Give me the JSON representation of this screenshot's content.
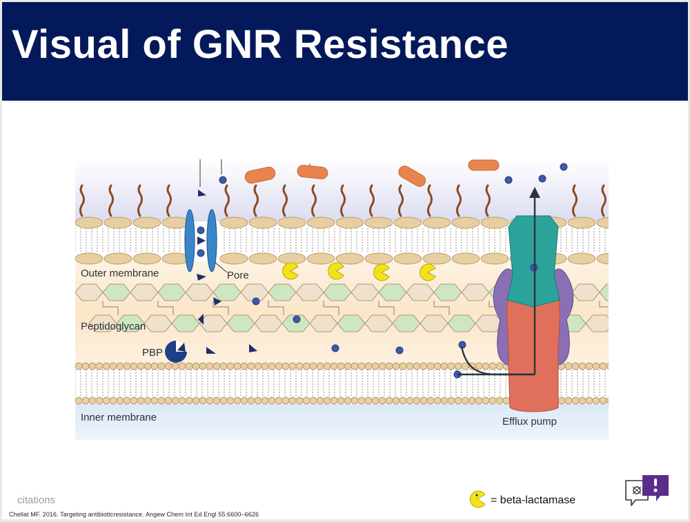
{
  "slide": {
    "title": "Visual of GNR Resistance",
    "citations_label": "citations",
    "reference": "Chellat MF. 2016. Targeting antibioticresistance. Angew Chem Int Ed Engl 55:6600–6626"
  },
  "diagram": {
    "labels": {
      "outer_membrane": "Outer membrane",
      "pore": "Pore",
      "peptidoglycan": "Peptidoglycan",
      "pbp": "PBP",
      "inner_membrane": "Inner membrane",
      "efflux_pump": "Efflux pump"
    }
  },
  "legend": {
    "beta_lactamase": "= beta-lactamase"
  },
  "icons": [
    "beta-lactamase-icon",
    "logo-icon"
  ],
  "colors": {
    "title_bar": "#03195a",
    "lipid_head": "#e8cfa1",
    "lps_chain": "#8b4a1f",
    "porin": "#3a86c8",
    "efflux_outer": "#2ca39a",
    "efflux_adaptor": "#8a6fb5",
    "efflux_inner": "#e0705c",
    "beta_lactamase": "#f2e21b",
    "antibiotic_dot": "#3d5aa8",
    "logo": "#5b2d8a"
  }
}
